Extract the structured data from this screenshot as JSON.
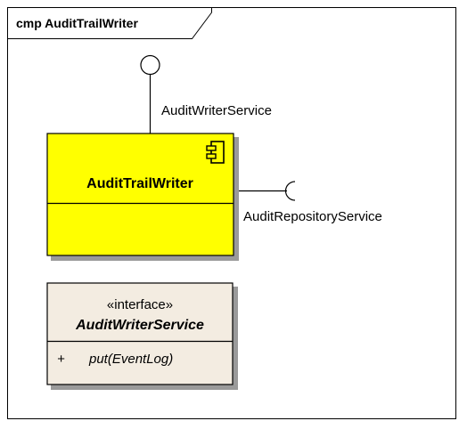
{
  "diagram": {
    "frame_title": "cmp AuditTrailWriter"
  },
  "component": {
    "name": "AuditTrailWriter",
    "fill_color": "#ffff00",
    "provided_interface_label": "AuditWriterService",
    "required_interface_label": "AuditRepositoryService"
  },
  "interface": {
    "stereotype": "«interface»",
    "name": "AuditWriterService",
    "fill_color": "#f3ece1",
    "operation": {
      "visibility": "+",
      "signature": "put(EventLog)"
    }
  }
}
